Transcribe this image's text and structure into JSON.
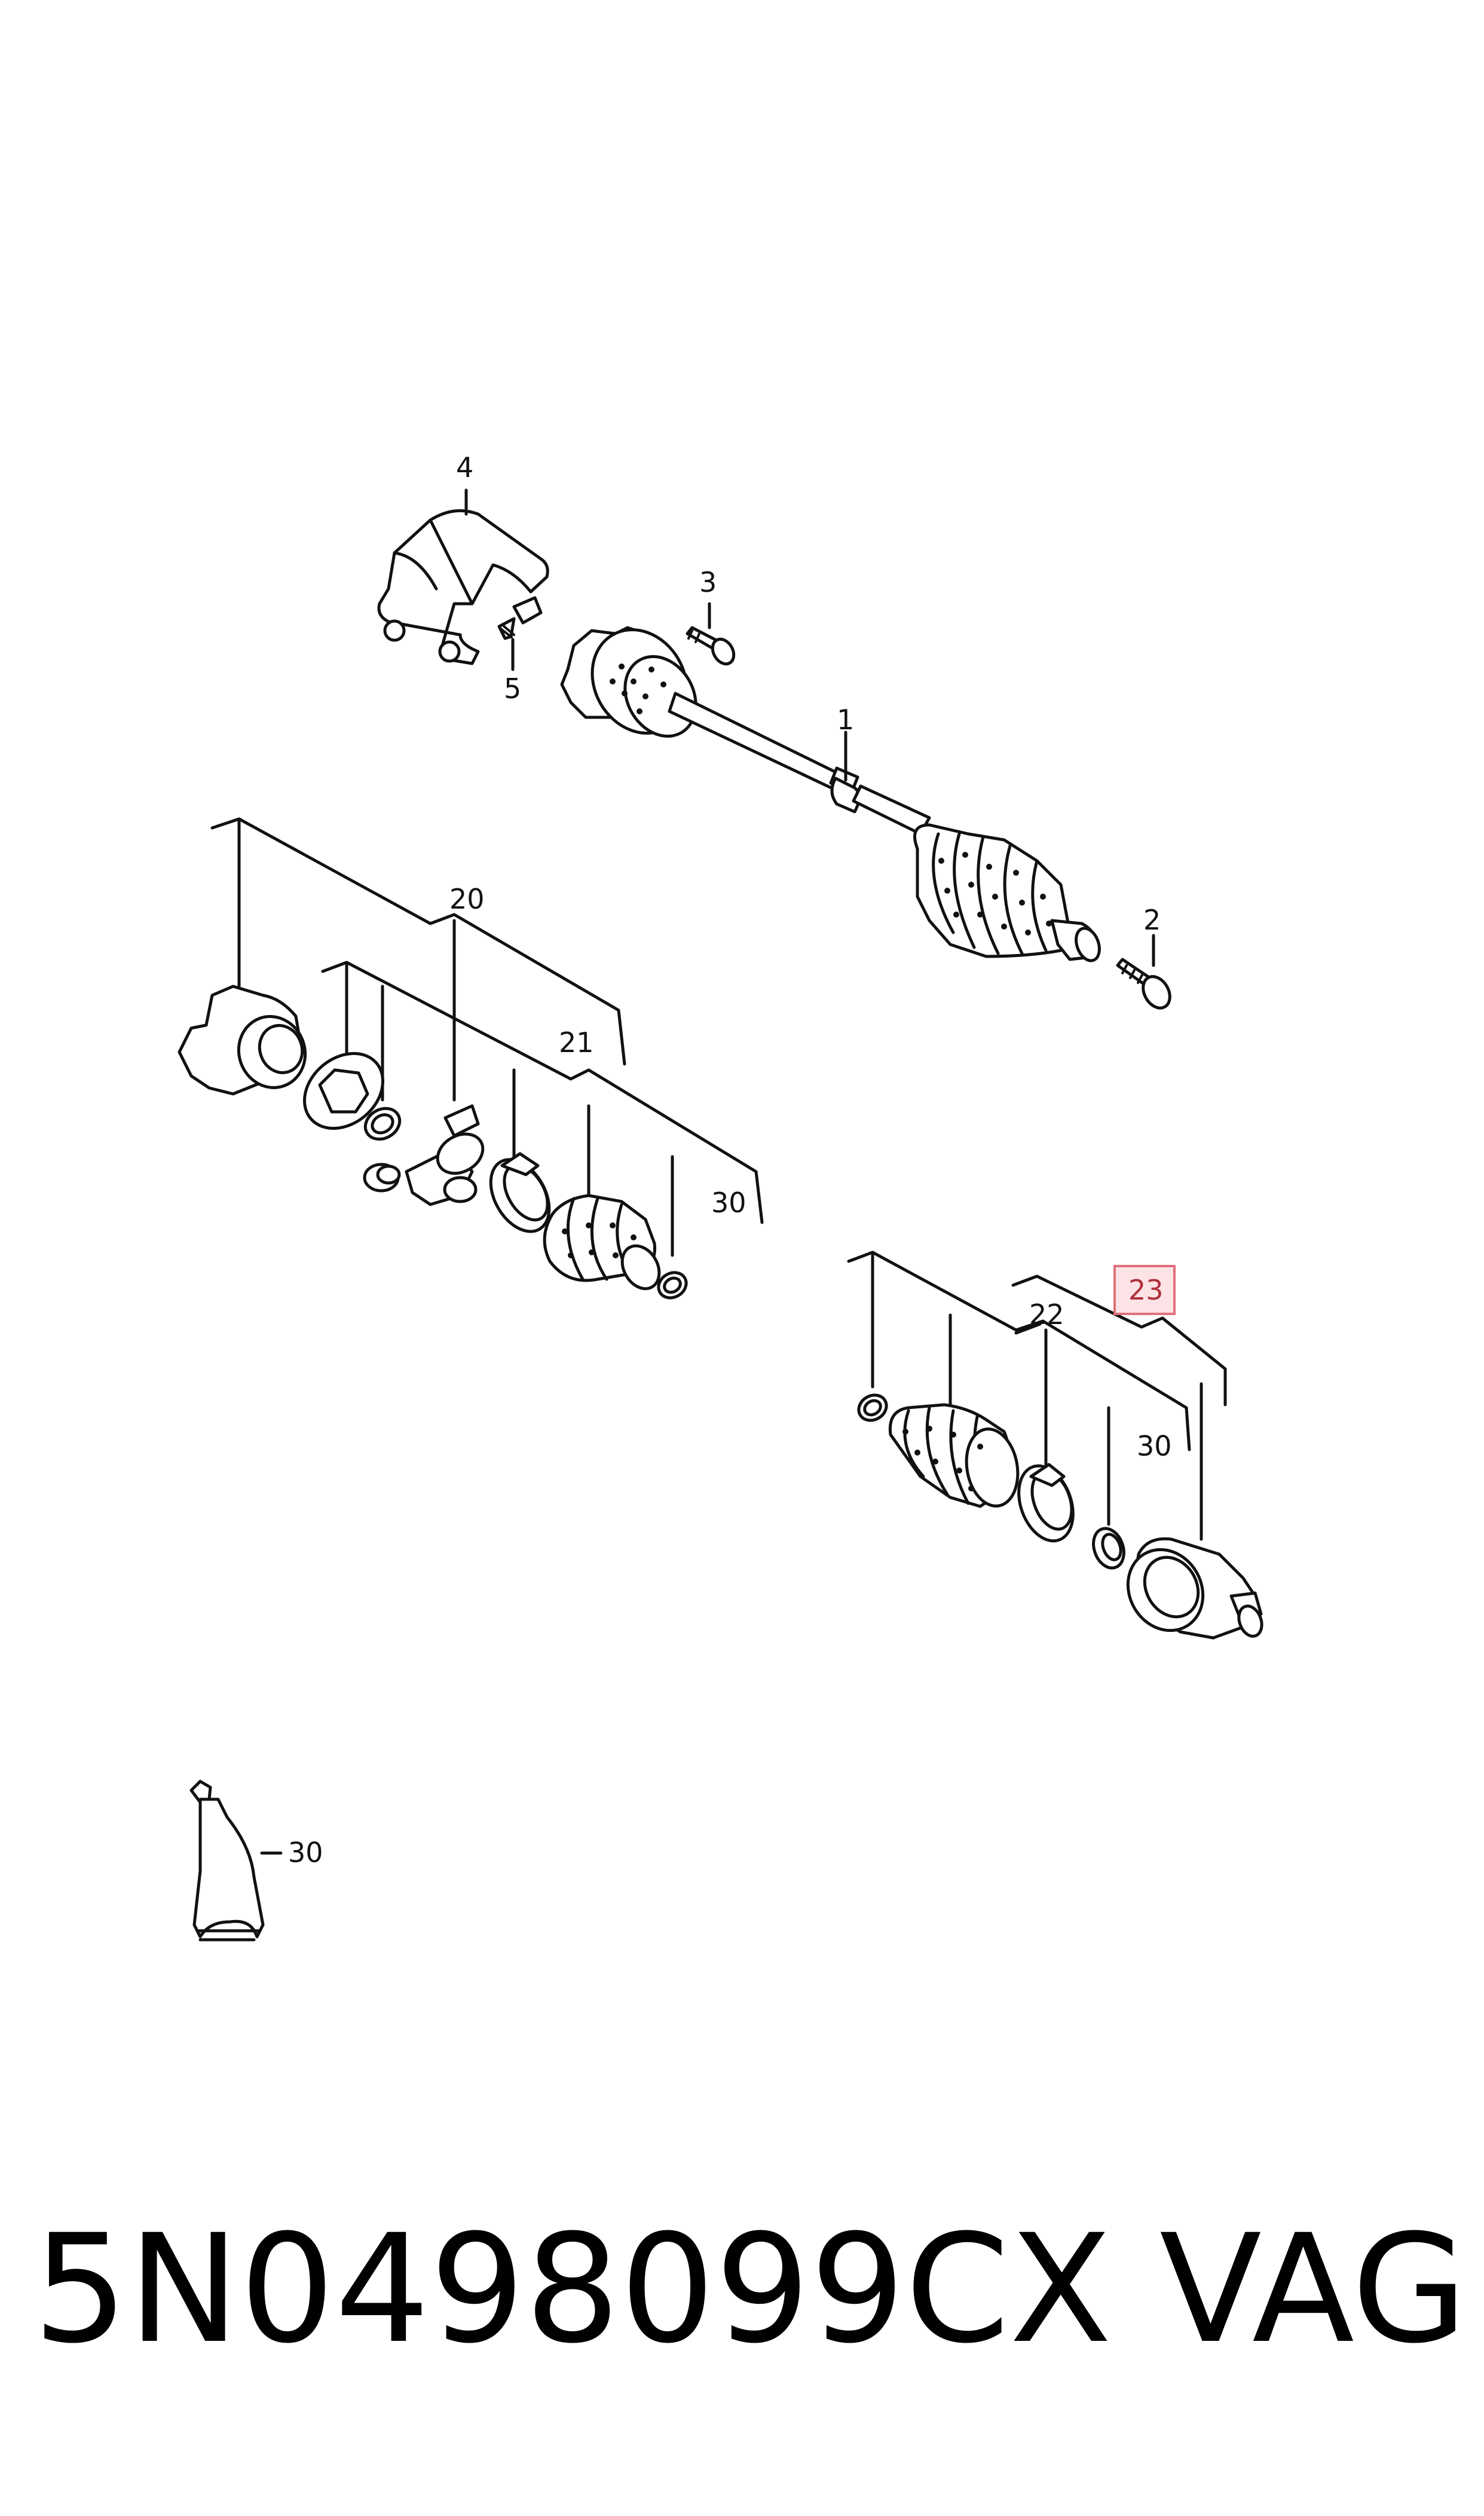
{
  "callouts": {
    "c1": "1",
    "c2": "2",
    "c3": "3",
    "c4": "4",
    "c5": "5",
    "c20": "20",
    "c21": "21",
    "c30a": "30",
    "c22": "22",
    "c23": "23",
    "c30b": "30",
    "c30c": "30"
  },
  "highlight_color": "#fde3e6",
  "footer": {
    "part_number": "5N0498099CX",
    "brand": "VAG"
  }
}
